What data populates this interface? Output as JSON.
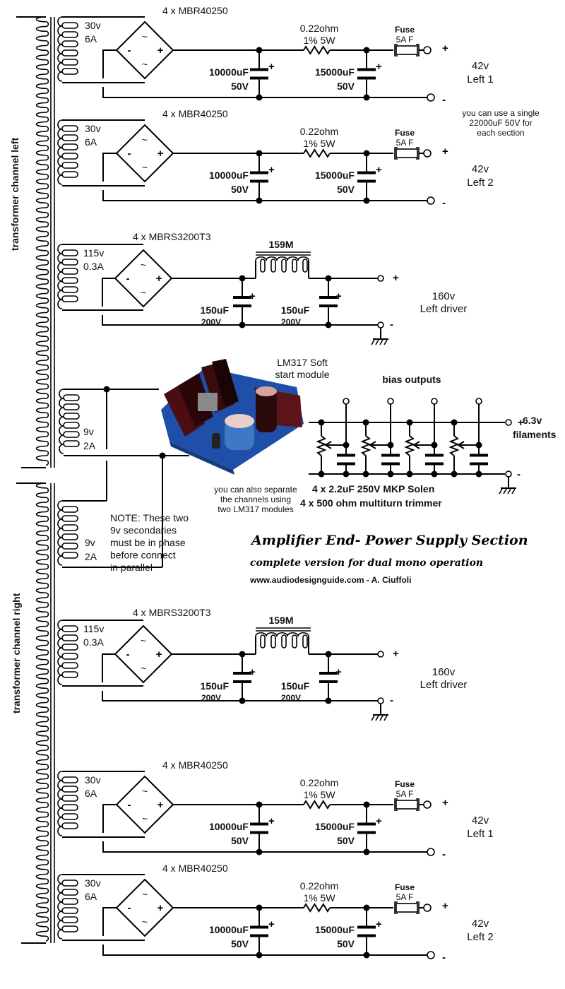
{
  "title": "Amplifier End- Power Supply Section",
  "subtitle": "complete version for dual mono operation",
  "credit": "www.audiodesignguide.com - A. Ciuffoli",
  "transformers": {
    "left_label": "transformer channel left",
    "right_label": "transformer channel right"
  },
  "symbols": {
    "plus": "+",
    "minus": "-",
    "ac": "~"
  },
  "high_current_sections": [
    {
      "id": "left-1",
      "secondary_voltage": "30v",
      "secondary_current": "6A",
      "rectifier": "4 x MBR40250",
      "cap1_value": "10000uF",
      "cap1_voltage": "50V",
      "resistor_value": "0.22ohm",
      "resistor_spec": "1% 5W",
      "fuse_label": "Fuse",
      "fuse_rating": "5A F",
      "cap2_value": "15000uF",
      "cap2_voltage": "50V",
      "output_voltage": "42v",
      "output_name": "Left 1"
    },
    {
      "id": "left-2",
      "secondary_voltage": "30v",
      "secondary_current": "6A",
      "rectifier": "4 x MBR40250",
      "cap1_value": "10000uF",
      "cap1_voltage": "50V",
      "resistor_value": "0.22ohm",
      "resistor_spec": "1% 5W",
      "fuse_label": "Fuse",
      "fuse_rating": "5A F",
      "cap2_value": "15000uF",
      "cap2_voltage": "50V",
      "output_voltage": "42v",
      "output_name": "Left 2"
    },
    {
      "id": "right-1",
      "secondary_voltage": "30v",
      "secondary_current": "6A",
      "rectifier": "4 x MBR40250",
      "cap1_value": "10000uF",
      "cap1_voltage": "50V",
      "resistor_value": "0.22ohm",
      "resistor_spec": "1% 5W",
      "fuse_label": "Fuse",
      "fuse_rating": "5A F",
      "cap2_value": "15000uF",
      "cap2_voltage": "50V",
      "output_voltage": "42v",
      "output_name": "Left 1"
    },
    {
      "id": "right-2",
      "secondary_voltage": "30v",
      "secondary_current": "6A",
      "rectifier": "4 x MBR40250",
      "cap1_value": "10000uF",
      "cap1_voltage": "50V",
      "resistor_value": "0.22ohm",
      "resistor_spec": "1% 5W",
      "fuse_label": "Fuse",
      "fuse_rating": "5A F",
      "cap2_value": "15000uF",
      "cap2_voltage": "50V",
      "output_voltage": "42v",
      "output_name": "Left 2"
    }
  ],
  "cap_note": "you can use a single|22000uF 50V for|each section",
  "driver_sections": [
    {
      "id": "driver-left",
      "secondary_voltage": "115v",
      "secondary_current": "0.3A",
      "rectifier": "4 x MBRS3200T3",
      "choke": "159M",
      "cap1_value": "150uF",
      "cap1_voltage": "200V",
      "cap2_value": "150uF",
      "cap2_voltage": "200V",
      "output_voltage": "160v",
      "output_name": "Left driver"
    },
    {
      "id": "driver-right",
      "secondary_voltage": "115v",
      "secondary_current": "0.3A",
      "rectifier": "4 x MBRS3200T3",
      "choke": "159M",
      "cap1_value": "150uF",
      "cap1_voltage": "200V",
      "cap2_value": "150uF",
      "cap2_voltage": "200V",
      "output_voltage": "160v",
      "output_name": "Left driver"
    }
  ],
  "filament": {
    "left_secondary_voltage": "9v",
    "left_secondary_current": "2A",
    "right_secondary_voltage": "9v",
    "right_secondary_current": "2A",
    "module_title": "LM317 Soft|start module",
    "module_note": "you can also separate|the channels using|two LM317 modules",
    "phase_note": "NOTE: These two|9v secondaries|must be in phase|before connect|in parallel",
    "bias_title": "bias outputs",
    "output_voltage": "6.3v",
    "output_name": "filaments",
    "bias_caps": "4 x 2.2uF 250V MKP Solen",
    "bias_trimmers": "4 x 500 ohm multiturn trimmer",
    "bias_count": 4
  }
}
